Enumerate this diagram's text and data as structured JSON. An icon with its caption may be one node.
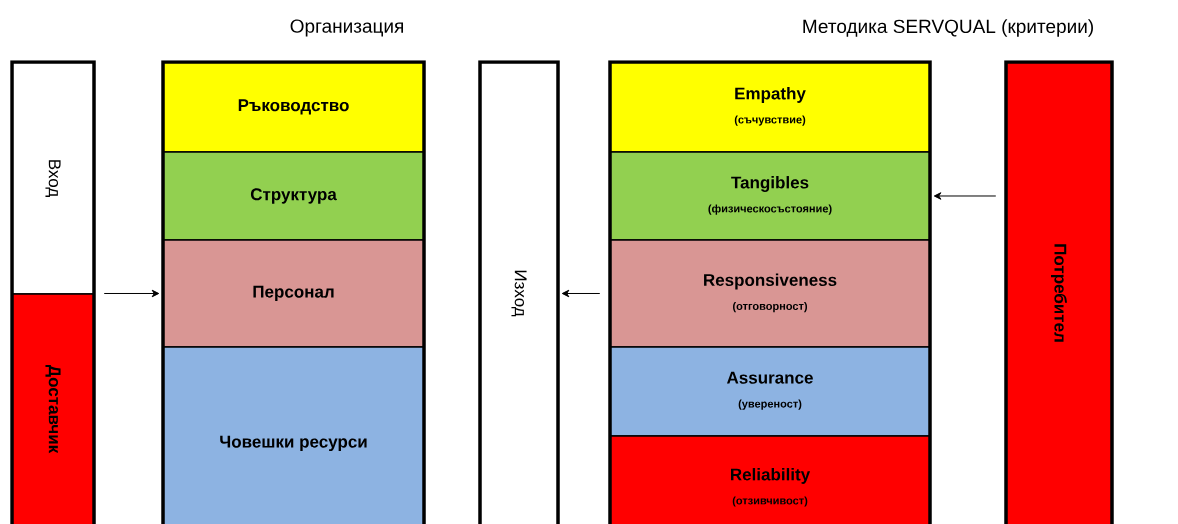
{
  "diagram": {
    "nodes": [
      {
        "text": [
          "Вход"
        ]
      },
      {
        "text": [
          "Доставчик"
        ]
      },
      {
        "text": [
          "Ръководство"
        ]
      },
      {
        "text": [
          "Структура"
        ]
      },
      {
        "text": [
          "Персонал"
        ]
      },
      {
        "text": [
          "Човешки ресурси"
        ]
      },
      {
        "text": [
          "Изход"
        ]
      },
      {
        "text": [
          "Empathy",
          "(съчувствие)"
        ]
      },
      {
        "text": [
          "Tangibles",
          "(физическосъстояние)"
        ]
      },
      {
        "text": [
          "Responsiveness",
          "(отговорност)"
        ]
      },
      {
        "text": [
          "Assurance",
          "(увереност)"
        ]
      },
      {
        "text": [
          "Reliability",
          "(отзивчивост)"
        ]
      },
      {
        "text": [
          "Потребител"
        ]
      }
    ],
    "edges": [
      {
        "from": 1,
        "to": 4,
        "arrow": "to"
      },
      {
        "from": 9,
        "to": 6,
        "arrow": "to"
      },
      {
        "from": 12,
        "to": 8,
        "arrow": "to"
      }
    ],
    "labels": [
      "Организация",
      "Методика SERVQUAL (критерии)"
    ]
  }
}
